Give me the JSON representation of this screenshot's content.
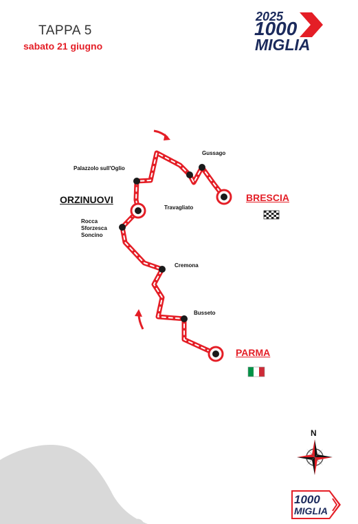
{
  "header": {
    "stage": "TAPPA  5",
    "date": "sabato 21 giugno"
  },
  "logo": {
    "year": "2025",
    "number": "1000",
    "name": "MIGLIA"
  },
  "places": {
    "gussago": "Gussago",
    "palazzolo": "Palazzolo sull'Oglio",
    "travagliato": "Travagliato",
    "orzinuovi": "ORZINUOVI",
    "brescia": "BRESCIA",
    "rocca_line1": "Rocca",
    "rocca_line2": "Sforzesca",
    "rocca_line3": "Soncino",
    "cremona": "Cremona",
    "busseto": "Busseto",
    "parma": "PARMA"
  },
  "compass": {
    "north": "N"
  },
  "footer_logo": {
    "number": "1000",
    "name": "MIGLIA"
  },
  "colors": {
    "route": "#e41e26",
    "brand_navy": "#1b2a5c",
    "land_shade": "#d9d9d9"
  }
}
